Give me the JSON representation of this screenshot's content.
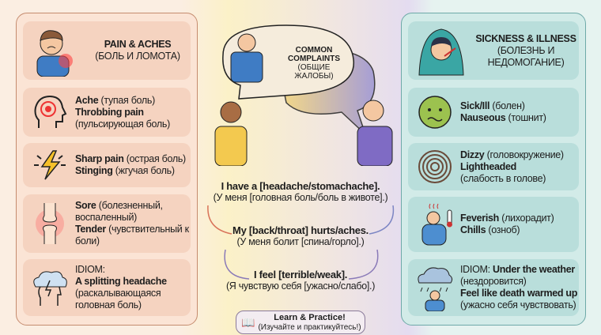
{
  "pain": {
    "title": "PAIN & ACHES",
    "title_ru": "(БОЛЬ И ЛОМОТА)",
    "items": [
      {
        "t1": "Ache",
        "r1": " (тупая боль)",
        "t2": "Throbbing pain",
        "r2": "(пульсирующая боль)"
      },
      {
        "t1": "Sharp pain",
        "r1": " (острая боль)",
        "t2": "Stinging",
        "r2": " (жгучая боль)"
      },
      {
        "t1": "Sore",
        "r1": " (болезненный, воспаленный)",
        "t2": "Tender",
        "r2": " (чувствительный к боли)"
      },
      {
        "pre": "IDIOM:",
        "t1": "A splitting headache",
        "r1": "(раскалывающаяся головная боль)"
      }
    ]
  },
  "center": {
    "title": "COMMON COMPLAINTS",
    "title_ru": "(ОБЩИЕ ЖАЛОБЫ)",
    "phrases": [
      {
        "en": "I have a [headache/stomachache].",
        "ru": "(У меня [головная боль/боль в животе].)"
      },
      {
        "en": "My [back/throat] hurts/aches.",
        "ru": "(У меня болит [спина/горло].)"
      },
      {
        "en": "I feel [terrible/weak].",
        "ru": "(Я чувствую себя [ужасно/слабо].)"
      }
    ],
    "practice": "Learn & Practice!",
    "practice_ru": "(Изучайте и практикуйтесь!)"
  },
  "sick": {
    "title": "SICKNESS & ILLNESS",
    "title_ru": "(БОЛЕЗНЬ И НЕДОМОГАНИЕ)",
    "items": [
      {
        "t1": "Sick/Ill",
        "r1": " (болен)",
        "t2": "Nauseous",
        "r2": " (тошнит)"
      },
      {
        "t1": "Dizzy",
        "r1": " (головокружение)",
        "t2": "Lightheaded",
        "r2": "(слабость в голове)"
      },
      {
        "t1": "Feverish",
        "r1": " (лихорадит)",
        "t2": "Chills",
        "r2": " (озноб)"
      },
      {
        "pre": "IDIOM: ",
        "t1": "Under the weather",
        "r1": "(нездоровится)",
        "t2": "Feel like death warmed up",
        "r2": "(ужасно себя чувствовать)"
      }
    ]
  }
}
